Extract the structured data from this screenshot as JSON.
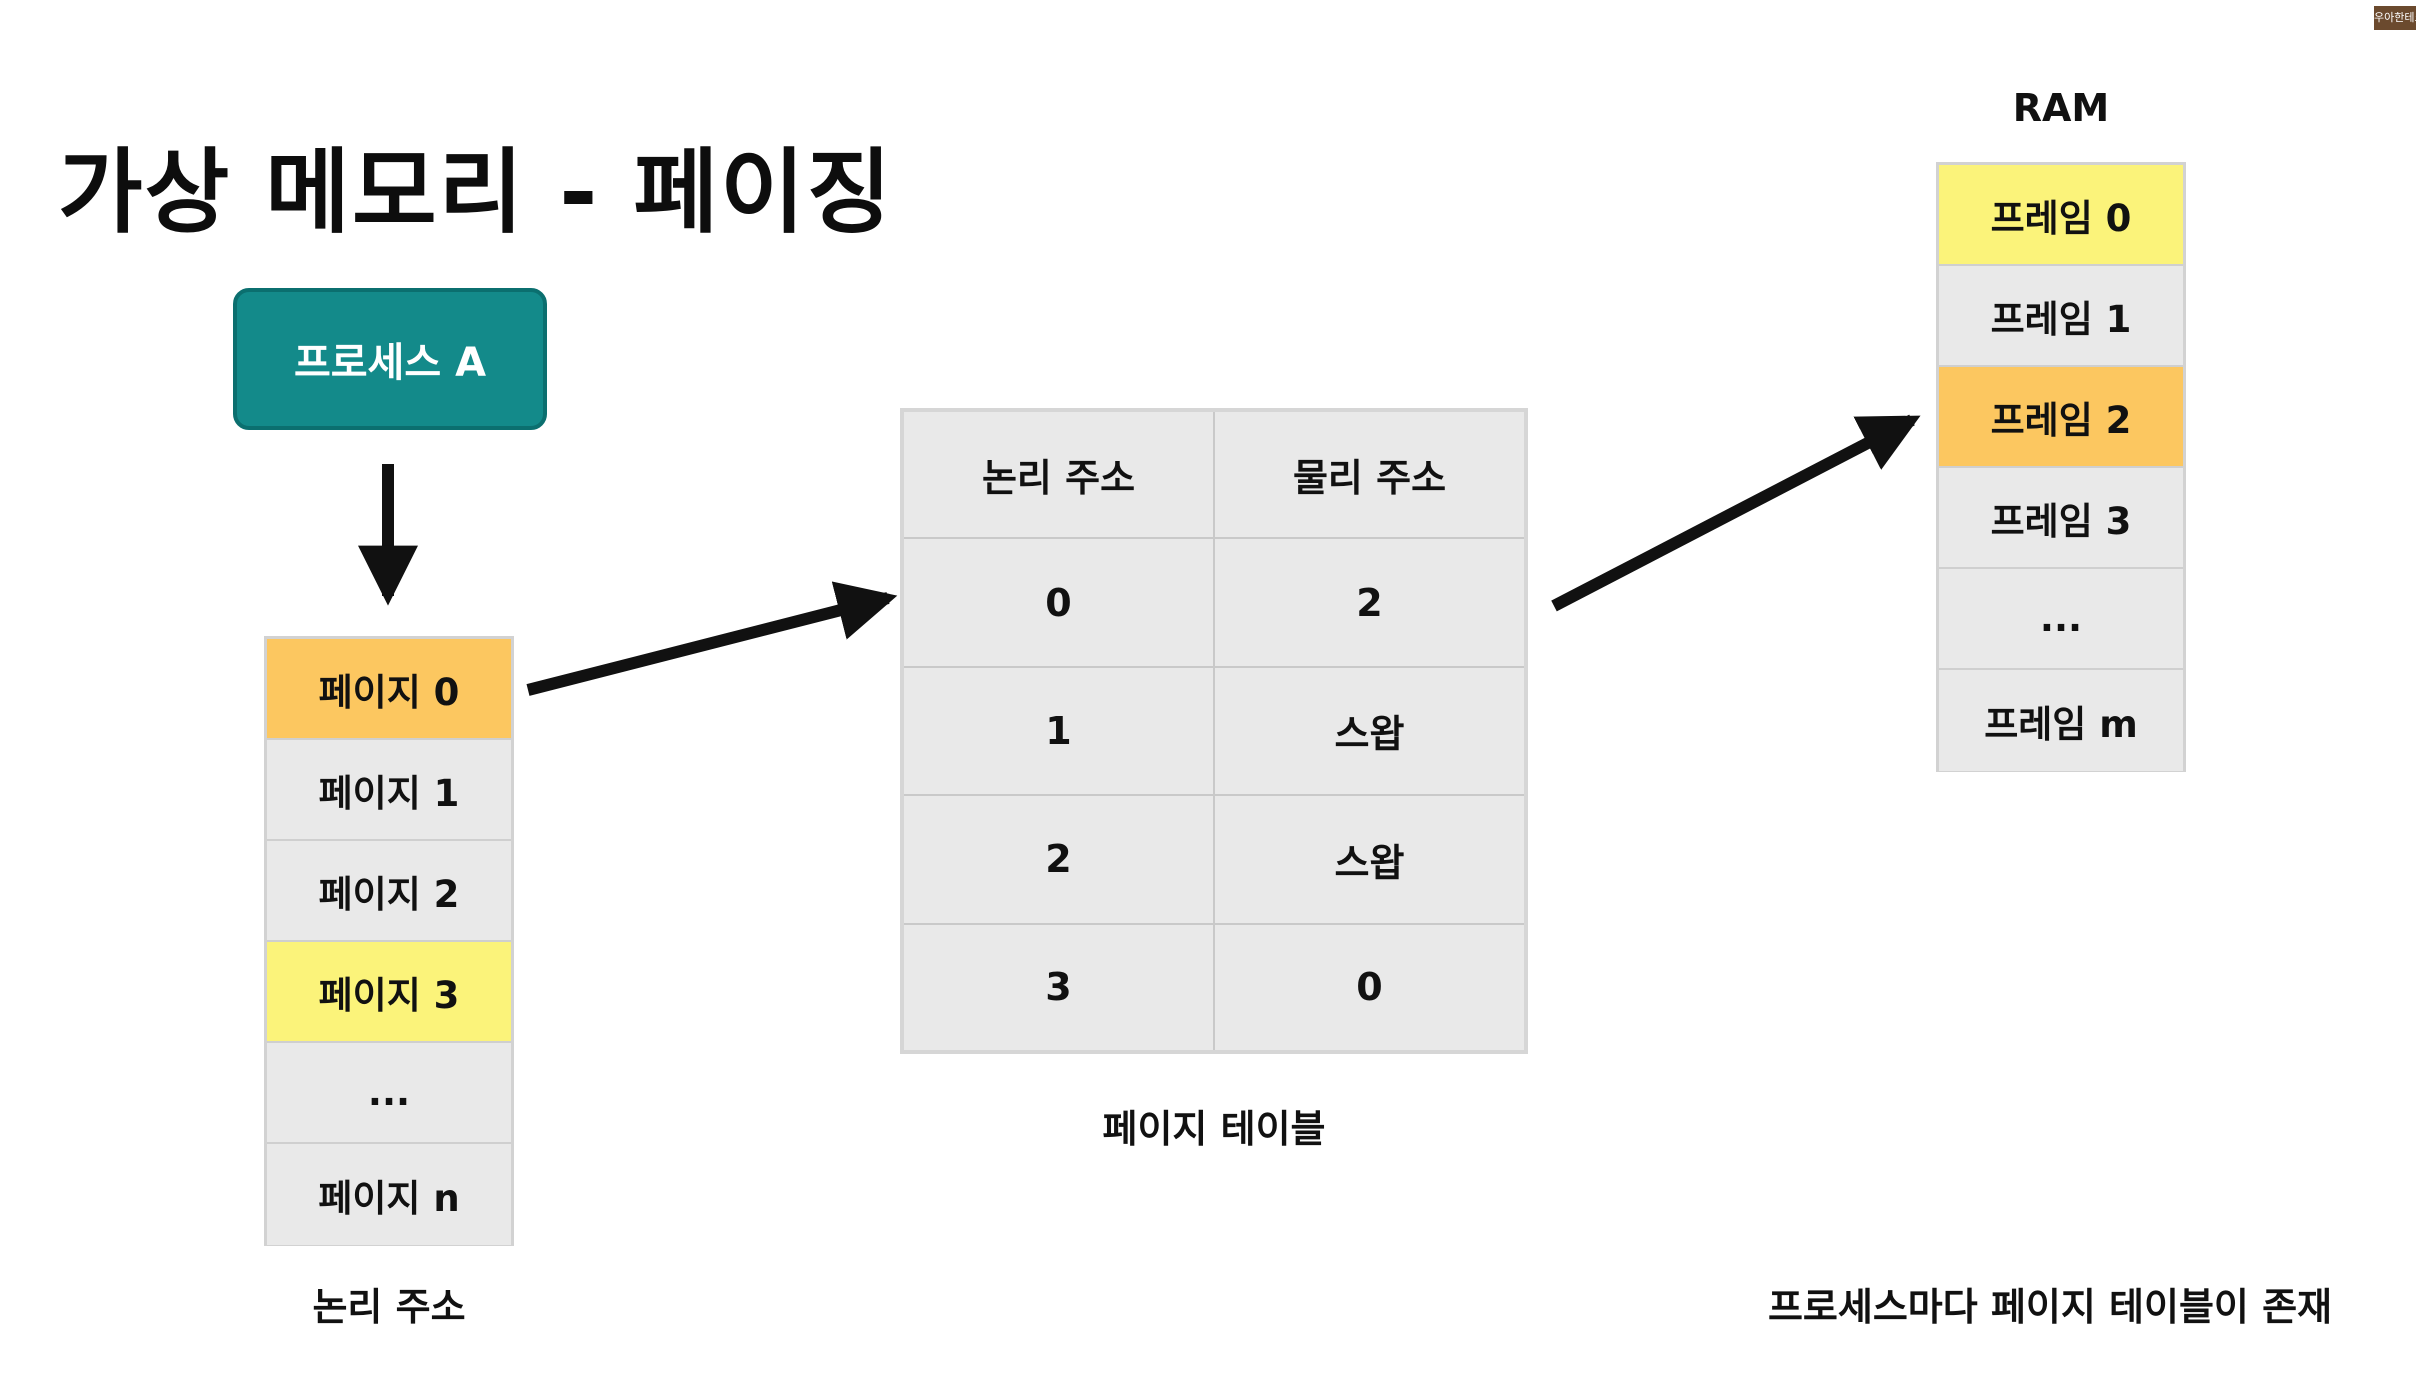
{
  "title": "가상 메모리 - 페이징",
  "corner_badge": "우아한테크",
  "process": {
    "label": "프로세스 A",
    "color": "#138a8a"
  },
  "pages": {
    "items": [
      {
        "label": "페이지 0",
        "color": "#fcc760"
      },
      {
        "label": "페이지 1",
        "color": "#e9e9e9"
      },
      {
        "label": "페이지 2",
        "color": "#e9e9e9"
      },
      {
        "label": "페이지 3",
        "color": "#fbf37a"
      },
      {
        "label": "...",
        "color": "#e9e9e9"
      },
      {
        "label": "페이지 n",
        "color": "#e9e9e9"
      }
    ],
    "caption": "논리 주소"
  },
  "page_table": {
    "headers": [
      "논리 주소",
      "물리 주소"
    ],
    "rows": [
      [
        "0",
        "2"
      ],
      [
        "1",
        "스왑"
      ],
      [
        "2",
        "스왑"
      ],
      [
        "3",
        "0"
      ]
    ],
    "caption": "페이지 테이블"
  },
  "ram": {
    "title": "RAM",
    "items": [
      {
        "label": "프레임 0",
        "color": "#fbf37a"
      },
      {
        "label": "프레임 1",
        "color": "#e9e9e9"
      },
      {
        "label": "프레임 2",
        "color": "#fcc760"
      },
      {
        "label": "프레임 3",
        "color": "#e9e9e9"
      },
      {
        "label": "...",
        "color": "#e9e9e9"
      },
      {
        "label": "프레임 m",
        "color": "#e9e9e9"
      }
    ]
  },
  "note": "프로세스마다 페이지 테이블이 존재"
}
